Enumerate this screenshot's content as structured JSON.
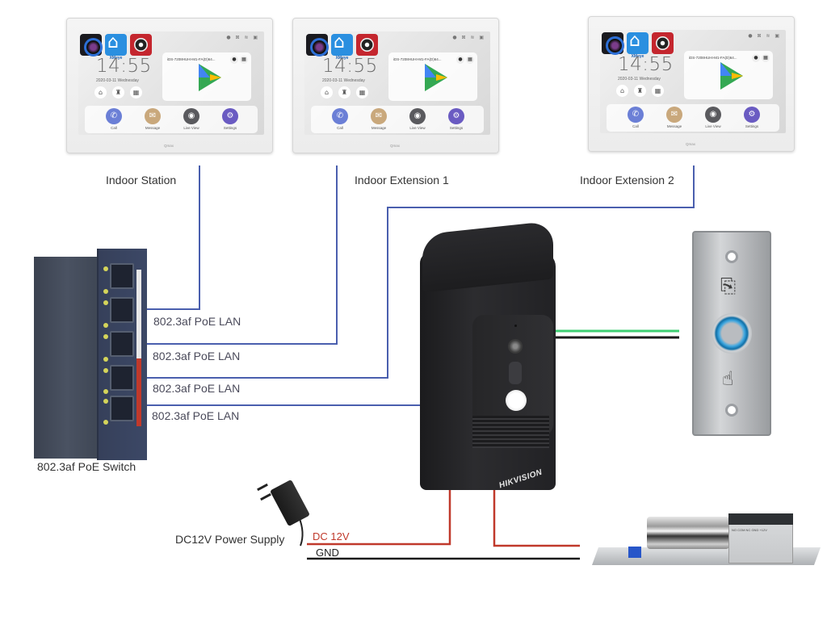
{
  "devices": {
    "indoor_station": {
      "label": "Indoor Station"
    },
    "indoor_extension_1": {
      "label": "Indoor Extension 1"
    },
    "indoor_extension_2": {
      "label": "Indoor Extension 2"
    },
    "poe_switch": {
      "label": "802.3af PoE Switch"
    },
    "power_supply": {
      "label": "DC12V Power Supply"
    },
    "doorbell": {
      "brand": "HIKVISION"
    }
  },
  "monitor_screen": {
    "apps": [
      "camera-app",
      "XMeye",
      "record-app"
    ],
    "xmeye_label": "XMeye",
    "time": "14:55",
    "date": "2020-03-11  Wednesday",
    "widget_text": "iDS-7208HUHI-M1-FA(D)64...",
    "quick_icons": [
      "⌂",
      "♜",
      "▦"
    ],
    "status_icons": "● ⊠ ≋ ▣",
    "dock": [
      {
        "label": "Call",
        "icon": "✆",
        "color": "#6b7fd6"
      },
      {
        "label": "Message",
        "icon": "✉",
        "color": "#c9a87c"
      },
      {
        "label": "Live View",
        "icon": "◉",
        "color": "#5a5a5e"
      },
      {
        "label": "Settings",
        "icon": "⚙",
        "color": "#6a5bc2"
      }
    ],
    "brand_mark": "Qmax"
  },
  "connections": {
    "lan_labels": [
      "802.3af PoE LAN",
      "802.3af PoE LAN",
      "802.3af PoE LAN",
      "802.3af PoE LAN"
    ],
    "dc_label": "DC 12V",
    "gnd_label": "GND"
  },
  "colors": {
    "lan_wire": "#4a5fae",
    "dc_wire": "#c0392b",
    "gnd_wire": "#1a1a1a",
    "signal_wire_green": "#3ecf73"
  },
  "exit_button": {
    "top_glyph": "⎘",
    "bottom_glyph": "☝"
  },
  "lock": {
    "panel_text": "NO COM NC GND +12V"
  }
}
